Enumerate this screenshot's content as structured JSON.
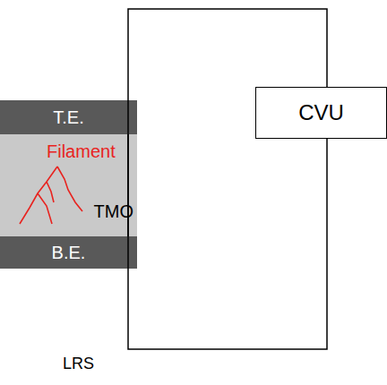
{
  "diagram": {
    "nodes": [
      {
        "text": [
          "T.E."
        ]
      },
      {
        "text": [
          "TMO"
        ]
      },
      {
        "text": [
          "B.E."
        ]
      },
      {
        "text": [
          "CVU"
        ]
      }
    ],
    "edges": [
      {
        "from": 0,
        "to": 3,
        "arrow": "none"
      },
      {
        "from": 3,
        "to": 2,
        "arrow": "none"
      }
    ],
    "labels": [
      "Filament",
      "LRS"
    ]
  }
}
